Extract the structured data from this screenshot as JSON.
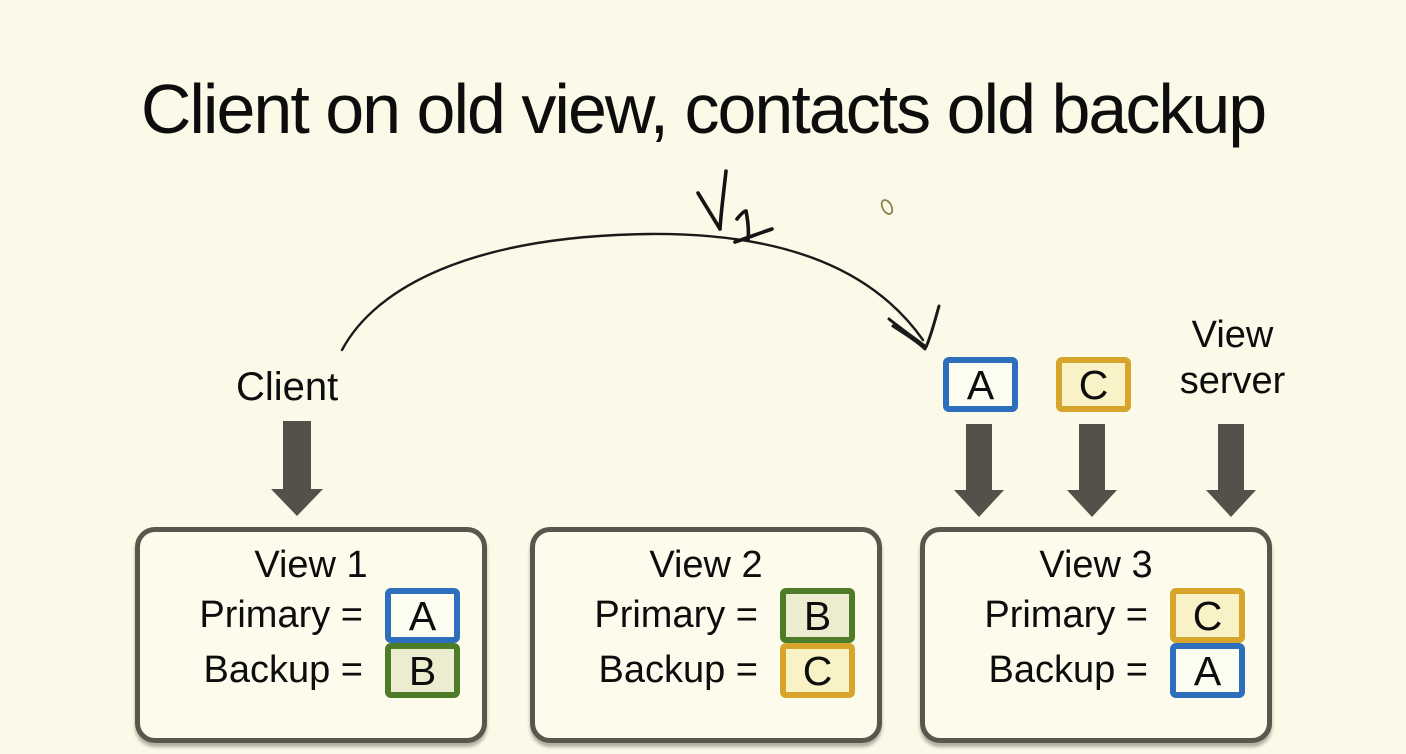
{
  "title": "Client on old view, contacts old backup",
  "client": {
    "label": "Client"
  },
  "view_server": {
    "line1": "View",
    "line2": "server"
  },
  "annotations": {
    "handwritten_mark": "V1",
    "handwritten_mark_description": "hand-drawn curved arrow from Client to server A, labeled V1"
  },
  "top_chips": [
    {
      "letter": "A"
    },
    {
      "letter": "C"
    }
  ],
  "views": [
    {
      "title": "View 1",
      "rows": [
        {
          "label": "Primary =",
          "letter": "A"
        },
        {
          "label": "Backup =",
          "letter": "B"
        }
      ]
    },
    {
      "title": "View 2",
      "rows": [
        {
          "label": "Primary =",
          "letter": "B"
        },
        {
          "label": "Backup =",
          "letter": "C"
        }
      ]
    },
    {
      "title": "View 3",
      "rows": [
        {
          "label": "Primary =",
          "letter": "C"
        },
        {
          "label": "Backup =",
          "letter": "A"
        }
      ]
    }
  ],
  "colors": {
    "background": "#fbf9e7",
    "text": "#0d0d0d",
    "block_arrow": "#55514a",
    "box_border": "#5a554d",
    "chip_a_border": "#2e6fbd",
    "chip_a_fill": "#fdfcf0",
    "chip_b_border": "#4e7b28",
    "chip_b_fill": "#ecedd0",
    "chip_c_border": "#d7a52b",
    "chip_c_fill": "#f9f2c6",
    "ink": "#1a1a1a",
    "pen_mark": "#8f7f4f"
  }
}
